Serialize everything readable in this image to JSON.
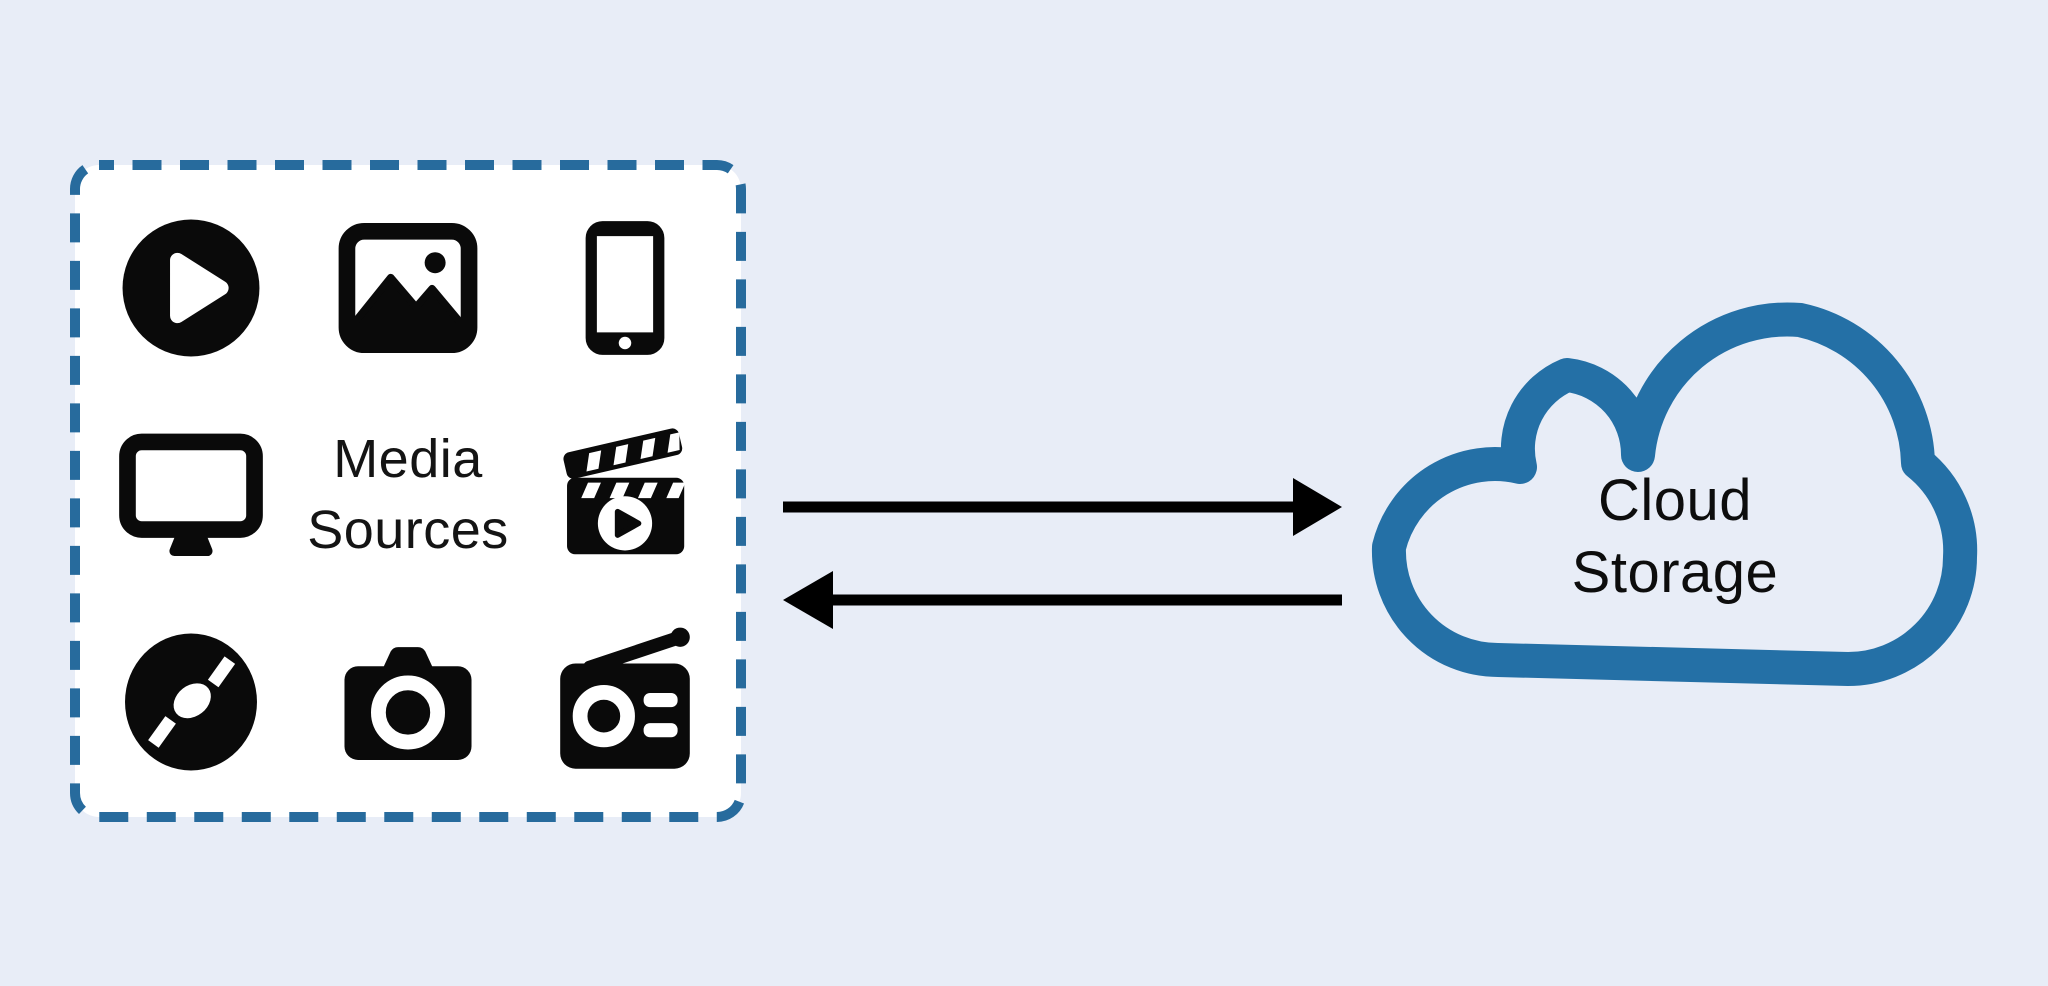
{
  "page": {
    "background_color": "#E8EDF7"
  },
  "media_box": {
    "label": {
      "lines": [
        "Media",
        "Sources"
      ]
    },
    "border_color": "#276B9D",
    "fill_color": "#FFFFFF",
    "icon_color": "#0A0A0A",
    "icons": [
      {
        "name": "play-circle-icon"
      },
      {
        "name": "image-icon"
      },
      {
        "name": "smartphone-icon"
      },
      {
        "name": "monitor-icon"
      },
      {
        "name": "clapperboard-icon"
      },
      {
        "name": "disc-icon"
      },
      {
        "name": "camera-icon"
      },
      {
        "name": "radio-icon"
      }
    ]
  },
  "arrows": {
    "color": "#000000",
    "to_cloud_direction": "right",
    "from_cloud_direction": "left"
  },
  "cloud": {
    "label": {
      "lines": [
        "Cloud",
        "Storage"
      ]
    },
    "stroke_color": "#2470A6",
    "fill_color": "#E8EDF7",
    "text_color": "#0D0D0D"
  }
}
